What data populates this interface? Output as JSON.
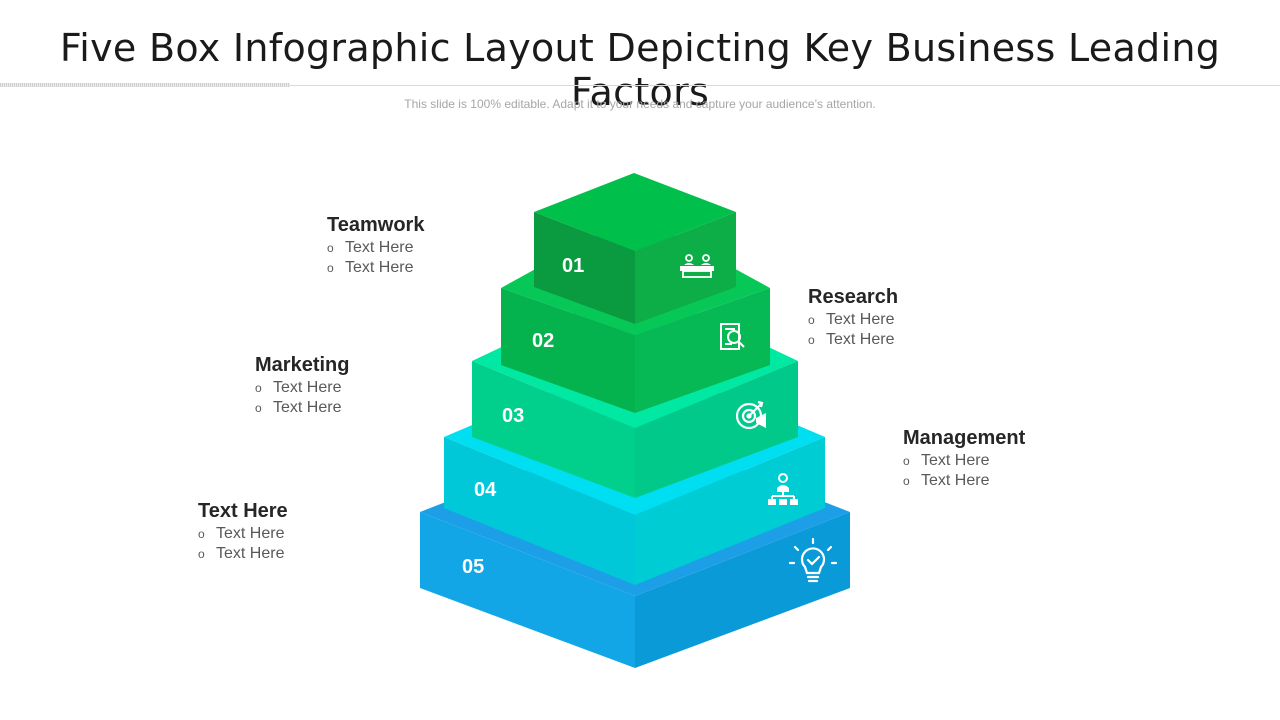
{
  "header": {
    "title": "Five Box Infographic Layout Depicting Key Business Leading Factors",
    "subtitle": "This slide is 100% editable. Adapt it to your needs and capture your audience’s attention."
  },
  "levels": [
    {
      "number": "01",
      "icon": "team-meeting-icon",
      "top": "#00c04b",
      "left": "#0a9a3f",
      "right": "#0dae48"
    },
    {
      "number": "02",
      "icon": "research-document-icon",
      "top": "#07c857",
      "left": "#04b24e",
      "right": "#06b955"
    },
    {
      "number": "03",
      "icon": "target-marketing-icon",
      "top": "#00e8a2",
      "left": "#00d08c",
      "right": "#00c98a"
    },
    {
      "number": "04",
      "icon": "org-chart-icon",
      "top": "#00dff2",
      "left": "#00c8d9",
      "right": "#00ccd4"
    },
    {
      "number": "05",
      "icon": "lightbulb-check-icon",
      "top": "#1d9fe8",
      "left": "#12a6e6",
      "right": "#0a9ad8"
    }
  ],
  "labels": {
    "teamwork": {
      "heading": "Teamwork",
      "items": [
        "Text Here",
        "Text Here"
      ]
    },
    "research": {
      "heading": "Research",
      "items": [
        "Text Here",
        "Text Here"
      ]
    },
    "marketing": {
      "heading": "Marketing",
      "items": [
        "Text Here",
        "Text Here"
      ]
    },
    "management": {
      "heading": "Management",
      "items": [
        "Text Here",
        "Text Here"
      ]
    },
    "text_here": {
      "heading": "Text Here",
      "items": [
        "Text Here",
        "Text Here"
      ]
    }
  },
  "bullet_glyph": "o"
}
